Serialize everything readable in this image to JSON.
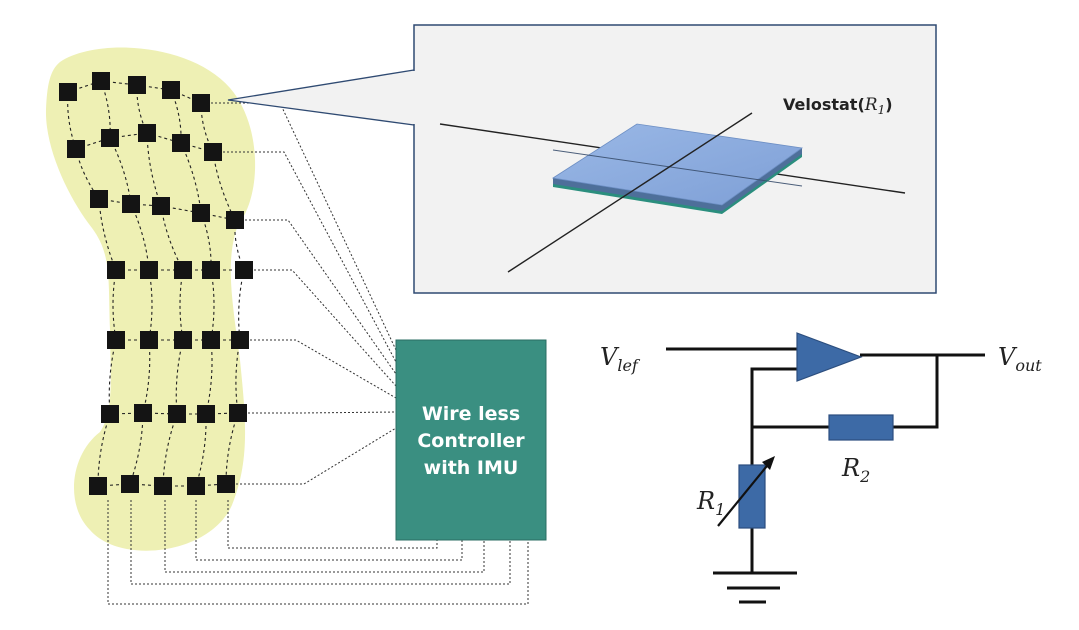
{
  "colors": {
    "insole_fill": "#eef0b4",
    "sensor": "#141414",
    "controller_fill": "#3a8f81",
    "controller_stroke": "#2b6e63",
    "callout_fill": "#f2f2f2",
    "callout_stroke": "#2f4a72",
    "velostat_top": "#8eaee0",
    "velostat_edge": "#4e6f9a",
    "velostat_base": "#2b8e7e",
    "circuit_component": "#3d6aa6",
    "circuit_wire": "#111111"
  },
  "insole": {
    "sensor_rows": 7,
    "sensors_per_row": 5
  },
  "controller": {
    "label_lines": [
      "Wire less",
      "Controller",
      "with IMU"
    ]
  },
  "callout": {
    "label_main": "Velostat(",
    "label_symbol": "R",
    "label_sub": "1",
    "label_close": ")"
  },
  "circuit": {
    "v_in_main": "V",
    "v_in_sub": "lef",
    "v_out_main": "V",
    "v_out_sub": "out",
    "r1_main": "R",
    "r1_sub": "1",
    "r2_main": "R",
    "r2_sub": "2"
  }
}
